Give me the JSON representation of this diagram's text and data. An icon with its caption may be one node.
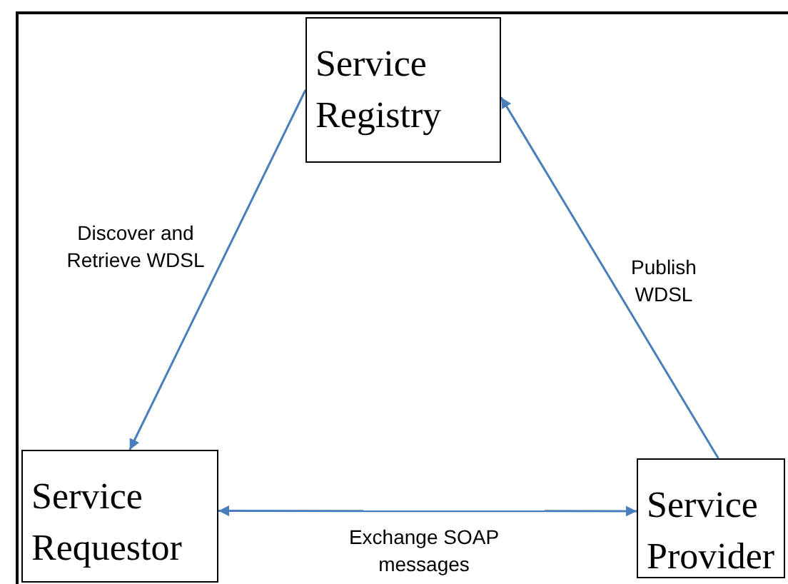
{
  "diagram": {
    "nodes": [
      {
        "text": [
          "Service Registry"
        ]
      },
      {
        "text": [
          "Service Requestor"
        ]
      },
      {
        "text": [
          "Service Provider"
        ]
      }
    ],
    "edges": [
      {
        "from": 0,
        "to": 1,
        "arrow": "to",
        "label": "Discover and Retrieve WDSL"
      },
      {
        "from": 2,
        "to": 0,
        "arrow": "to",
        "label": "Publish WDSL"
      },
      {
        "from": 1,
        "to": 2,
        "arrow": "both",
        "label": "Exchange SOAP messages"
      }
    ]
  }
}
